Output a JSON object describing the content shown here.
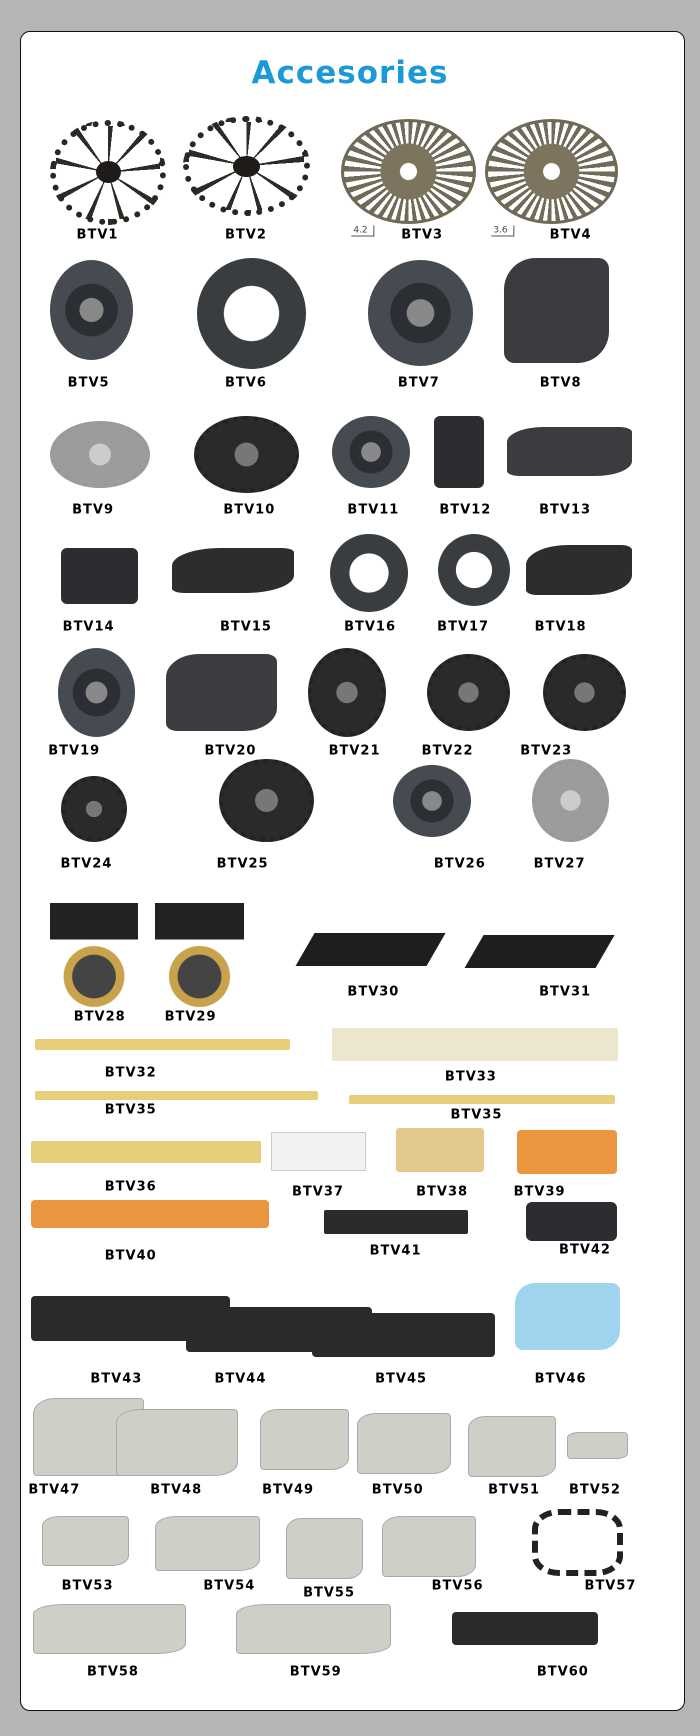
{
  "title": "Accesories",
  "colors": {
    "title": "#1b9ad6",
    "background": "#b5b5b5",
    "card": "#ffffff"
  },
  "dimensions": [
    "4.2",
    "3.6"
  ],
  "items": [
    {
      "label": "BTV1",
      "icon": "sprocket-wheel"
    },
    {
      "label": "BTV2",
      "icon": "sprocket-wheel"
    },
    {
      "label": "BTV3",
      "icon": "spoked-disc"
    },
    {
      "label": "BTV4",
      "icon": "spoked-disc"
    },
    {
      "label": "BTV5",
      "icon": "pulley"
    },
    {
      "label": "BTV6",
      "icon": "ring-pulley"
    },
    {
      "label": "BTV7",
      "icon": "pulley"
    },
    {
      "label": "BTV8",
      "icon": "bracket"
    },
    {
      "label": "BTV9",
      "icon": "gear"
    },
    {
      "label": "BTV10",
      "icon": "gear"
    },
    {
      "label": "BTV11",
      "icon": "pulley"
    },
    {
      "label": "BTV12",
      "icon": "block"
    },
    {
      "label": "BTV13",
      "icon": "bracket"
    },
    {
      "label": "BTV14",
      "icon": "curved-guide"
    },
    {
      "label": "BTV15",
      "icon": "lever"
    },
    {
      "label": "BTV16",
      "icon": "cage-ring"
    },
    {
      "label": "BTV17",
      "icon": "ring"
    },
    {
      "label": "BTV18",
      "icon": "lever"
    },
    {
      "label": "BTV19",
      "icon": "hub-pulley"
    },
    {
      "label": "BTV20",
      "icon": "lever"
    },
    {
      "label": "BTV21",
      "icon": "gear"
    },
    {
      "label": "BTV22",
      "icon": "gear"
    },
    {
      "label": "BTV23",
      "icon": "gear"
    },
    {
      "label": "BTV24",
      "icon": "gear"
    },
    {
      "label": "BTV25",
      "icon": "gear"
    },
    {
      "label": "BTV26",
      "icon": "pulley"
    },
    {
      "label": "BTV27",
      "icon": "gear"
    },
    {
      "label": "BTV28",
      "icon": "handle-clamp"
    },
    {
      "label": "BTV29",
      "icon": "handle-clamp"
    },
    {
      "label": "BTV30",
      "icon": "blade"
    },
    {
      "label": "BTV31",
      "icon": "blade"
    },
    {
      "label": "BTV32",
      "icon": "strip"
    },
    {
      "label": "BTV33",
      "icon": "strip"
    },
    {
      "label": "BTV35",
      "icon": "strip"
    },
    {
      "label": "BTV35",
      "icon": "strip"
    },
    {
      "label": "BTV36",
      "icon": "strip"
    },
    {
      "label": "BTV37",
      "icon": "block"
    },
    {
      "label": "BTV38",
      "icon": "plate"
    },
    {
      "label": "BTV39",
      "icon": "plate"
    },
    {
      "label": "BTV40",
      "icon": "strip"
    },
    {
      "label": "BTV41",
      "icon": "strip"
    },
    {
      "label": "BTV42",
      "icon": "plate"
    },
    {
      "label": "BTV43",
      "icon": "rod-lever"
    },
    {
      "label": "BTV44",
      "icon": "rod-lever"
    },
    {
      "label": "BTV45",
      "icon": "rod-lever"
    },
    {
      "label": "BTV46",
      "icon": "blue-housing"
    },
    {
      "label": "BTV47",
      "icon": "bracket"
    },
    {
      "label": "BTV48",
      "icon": "bracket"
    },
    {
      "label": "BTV49",
      "icon": "bracket"
    },
    {
      "label": "BTV50",
      "icon": "bracket"
    },
    {
      "label": "BTV51",
      "icon": "bracket"
    },
    {
      "label": "BTV52",
      "icon": "plate"
    },
    {
      "label": "BTV53",
      "icon": "bracket"
    },
    {
      "label": "BTV54",
      "icon": "bracket"
    },
    {
      "label": "BTV55",
      "icon": "bracket"
    },
    {
      "label": "BTV56",
      "icon": "bracket"
    },
    {
      "label": "BTV57",
      "icon": "chain"
    },
    {
      "label": "BTV58",
      "icon": "bracket"
    },
    {
      "label": "BTV59",
      "icon": "bracket"
    },
    {
      "label": "BTV60",
      "icon": "shaft"
    }
  ]
}
